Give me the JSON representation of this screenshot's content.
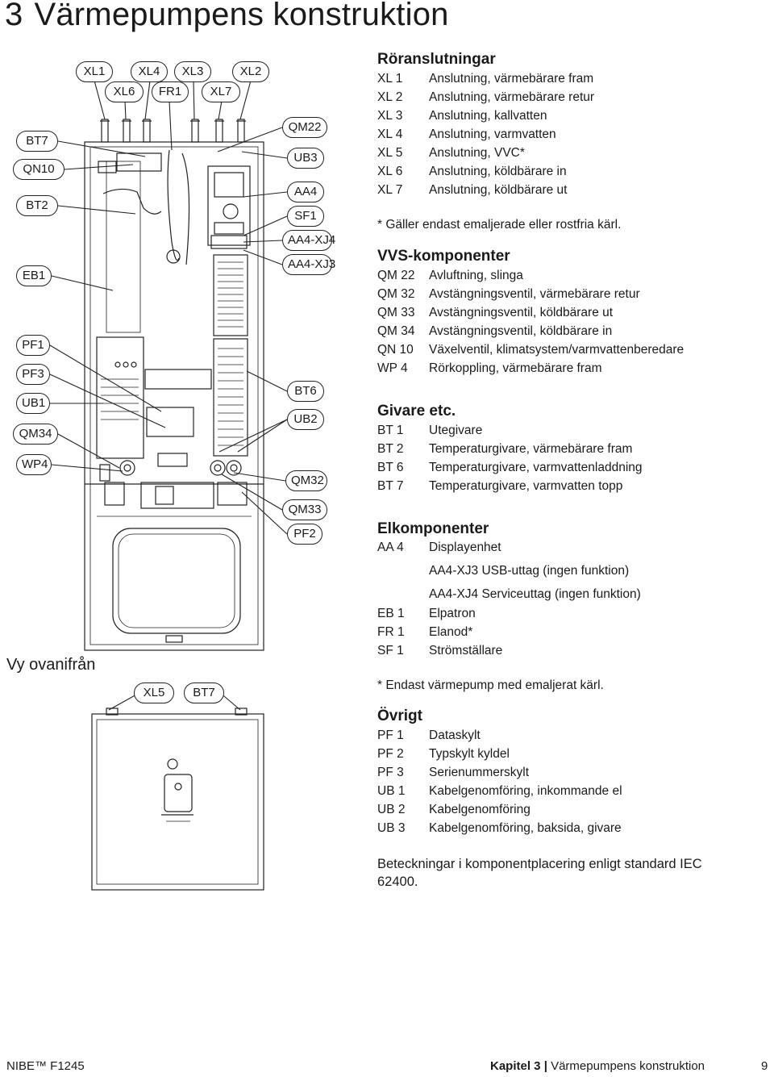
{
  "page": {
    "chapter_number": "3",
    "title": "Värmepumpens konstruktion"
  },
  "diagram": {
    "top_labels_row1": [
      "XL1",
      "XL4",
      "XL3",
      "XL2"
    ],
    "top_labels_row2": [
      "XL6",
      "FR1",
      "XL7"
    ],
    "left_labels": [
      "BT7",
      "QN10",
      "BT2",
      "EB1",
      "PF1",
      "PF3",
      "UB1",
      "QM34",
      "WP4"
    ],
    "right_labels": [
      "QM22",
      "UB3",
      "AA4",
      "SF1",
      "AA4-XJ4",
      "AA4-XJ3",
      "BT6",
      "UB2",
      "QM32",
      "QM33",
      "PF2"
    ],
    "view_label": "Vy ovanifrån",
    "bottom_labels": [
      "XL5",
      "BT7"
    ]
  },
  "sections": {
    "roranslutningar": {
      "title": "Röranslutningar",
      "rows": [
        {
          "code": "XL 1",
          "desc": "Anslutning, värmebärare fram"
        },
        {
          "code": "XL 2",
          "desc": "Anslutning, värmebärare retur"
        },
        {
          "code": "XL 3",
          "desc": "Anslutning, kallvatten"
        },
        {
          "code": "XL 4",
          "desc": "Anslutning, varmvatten"
        },
        {
          "code": "XL 5",
          "desc": "Anslutning, VVC*"
        },
        {
          "code": "XL 6",
          "desc": "Anslutning, köldbärare in"
        },
        {
          "code": "XL 7",
          "desc": "Anslutning, köldbärare ut"
        }
      ],
      "note": "* Gäller endast emaljerade eller rostfria kärl."
    },
    "vvs": {
      "title": "VVS-komponenter",
      "rows": [
        {
          "code": "QM 22",
          "desc": "Avluftning, slinga"
        },
        {
          "code": "QM 32",
          "desc": "Avstängningsventil, värmebärare retur"
        },
        {
          "code": "QM 33",
          "desc": "Avstängningsventil, köldbärare ut"
        },
        {
          "code": "QM 34",
          "desc": "Avstängningsventil, köldbärare in"
        },
        {
          "code": "QN 10",
          "desc": "Växelventil, klimatsystem/varmvattenberedare"
        },
        {
          "code": "WP 4",
          "desc": "Rörkoppling, värmebärare fram"
        }
      ]
    },
    "givare": {
      "title": "Givare etc.",
      "rows": [
        {
          "code": "BT 1",
          "desc": "Utegivare"
        },
        {
          "code": "BT 2",
          "desc": "Temperaturgivare, värmebärare fram"
        },
        {
          "code": "BT 6",
          "desc": "Temperaturgivare, varmvattenladdning"
        },
        {
          "code": "BT 7",
          "desc": "Temperaturgivare, varmvatten topp"
        }
      ]
    },
    "elkomponenter": {
      "title": "Elkomponenter",
      "row_aa4": {
        "code": "AA 4",
        "desc": "Displayenhet"
      },
      "sub_items": [
        "AA4-XJ3 USB-uttag (ingen funktion)",
        "AA4-XJ4 Serviceuttag (ingen funktion)"
      ],
      "rows": [
        {
          "code": "EB 1",
          "desc": "Elpatron"
        },
        {
          "code": "FR 1",
          "desc": "Elanod*"
        },
        {
          "code": "SF 1",
          "desc": "Strömställare"
        }
      ],
      "note": "* Endast värmepump med emaljerat kärl."
    },
    "ovrigt": {
      "title": "Övrigt",
      "rows": [
        {
          "code": "PF 1",
          "desc": "Dataskylt"
        },
        {
          "code": "PF 2",
          "desc": "Typskylt kyldel"
        },
        {
          "code": "PF 3",
          "desc": "Serienummerskylt"
        },
        {
          "code": "UB 1",
          "desc": "Kabelgenomföring, inkommande el"
        },
        {
          "code": "UB 2",
          "desc": "Kabelgenomföring"
        },
        {
          "code": "UB 3",
          "desc": "Kabelgenomföring, baksida, givare"
        }
      ]
    },
    "standard_note": "Beteckningar i komponentplacering enligt standard IEC 62400."
  },
  "footer": {
    "product": "NIBE™ F1245",
    "chapter_label": "Kapitel 3",
    "separator": "|",
    "chapter_title": "Värmepumpens konstruktion",
    "page_number": "9"
  }
}
